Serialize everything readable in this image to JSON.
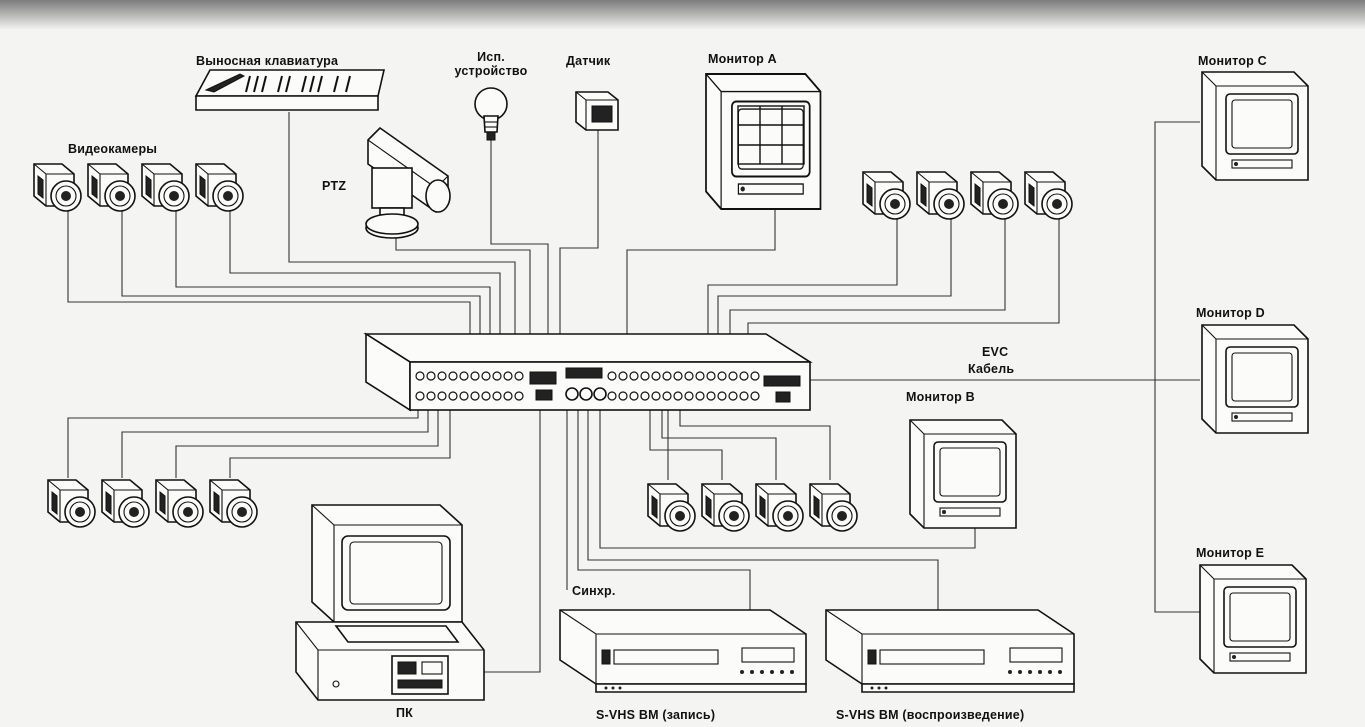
{
  "labels": {
    "keyboard": "Выносная клавиатура",
    "device": "Исп. устройство",
    "sensor": "Датчик",
    "monitor_a": "Монитор А",
    "monitor_c": "Монитор С",
    "monitor_d": "Монитор D",
    "monitor_b": "Монитор В",
    "monitor_e": "Монитор Е",
    "cameras": "Видеокамеры",
    "ptz": "PTZ",
    "evc": "EVC",
    "cable": "Кабель",
    "sync": "Синхр.",
    "pc": "ПК",
    "vcr_record": "S-VHS ВМ (запись)",
    "vcr_play": "S-VHS ВМ (воспроизведение)"
  },
  "cameras": {
    "top_left_count": 4,
    "top_right_count": 4,
    "bottom_left_count": 4,
    "bottom_center_count": 4
  }
}
